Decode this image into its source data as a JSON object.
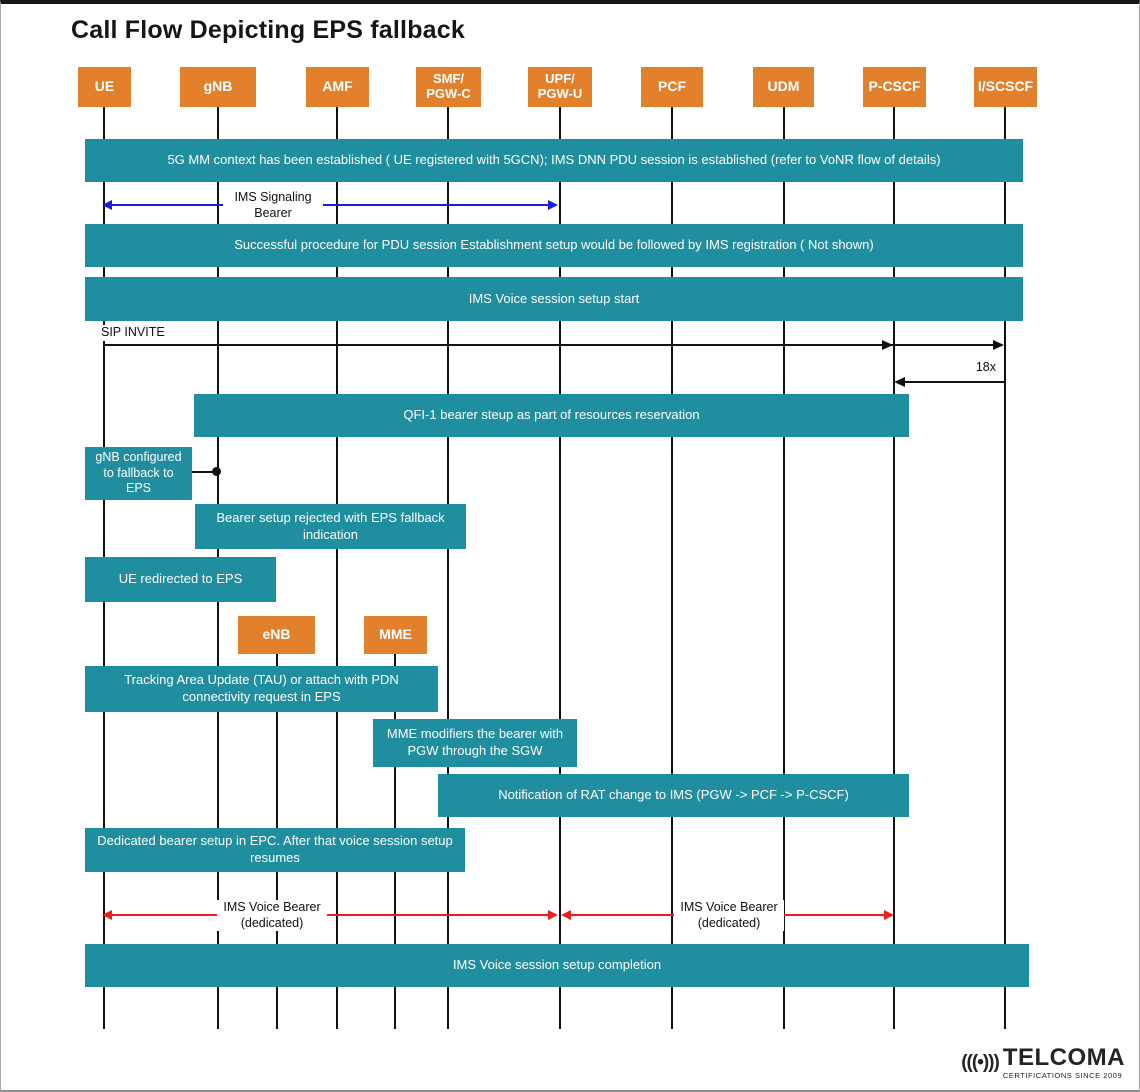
{
  "title": "Call Flow Depicting EPS fallback",
  "colors": {
    "entity_orange": "#E2802C",
    "banner_teal": "#1F8E9F",
    "arrow_blue": "#1C1CE0",
    "arrow_red": "#EE1C1C",
    "line_black": "#111111"
  },
  "actors": {
    "ue": {
      "label": "UE"
    },
    "gnb": {
      "label": "gNB"
    },
    "amf": {
      "label": "AMF"
    },
    "smf": {
      "lines": [
        "SMF/",
        "PGW-C"
      ]
    },
    "upf": {
      "lines": [
        "UPF/",
        "PGW-U"
      ]
    },
    "pcf": {
      "label": "PCF"
    },
    "udm": {
      "label": "UDM"
    },
    "pcscf": {
      "label": "P-CSCF"
    },
    "iscscf": {
      "label": "I/SCSCF"
    },
    "enb": {
      "label": "eNB"
    },
    "mme": {
      "label": "MME"
    }
  },
  "banners": {
    "b1": "5G MM context has been established ( UE registered with 5GCN); IMS DNN PDU session is established (refer to VoNR flow of details)",
    "b2": "Successful procedure for PDU session Establishment setup would be followed by IMS registration ( Not shown)",
    "b3": "IMS Voice session setup start",
    "b4": "QFI-1 bearer steup as part of resources reservation",
    "b5": "gNB configured to fallback to EPS",
    "b6": "Bearer setup rejected with EPS fallback indication",
    "b7": "UE redirected to EPS",
    "b8": "Tracking Area Update (TAU) or attach with PDN connectivity request in EPS",
    "b9": "MME modifiers the bearer with PGW through the SGW",
    "b10": "Notification of RAT change to IMS (PGW -> PCF -> P-CSCF)",
    "b11": "Dedicated bearer setup in EPC. After that voice session setup resumes",
    "b12": "IMS Voice session setup completion"
  },
  "flow_labels": {
    "ims_signaling": "IMS Signaling Bearer",
    "sip_invite": "SIP INVITE",
    "ringing": "18x",
    "ims_voice_1": "IMS Voice Bearer (dedicated)",
    "ims_voice_2": "IMS Voice Bearer (dedicated)"
  },
  "logo": {
    "icon": "(((•)))",
    "name": "TELCOMA",
    "tagline": "CERTIFICATIONS SINCE 2009"
  }
}
